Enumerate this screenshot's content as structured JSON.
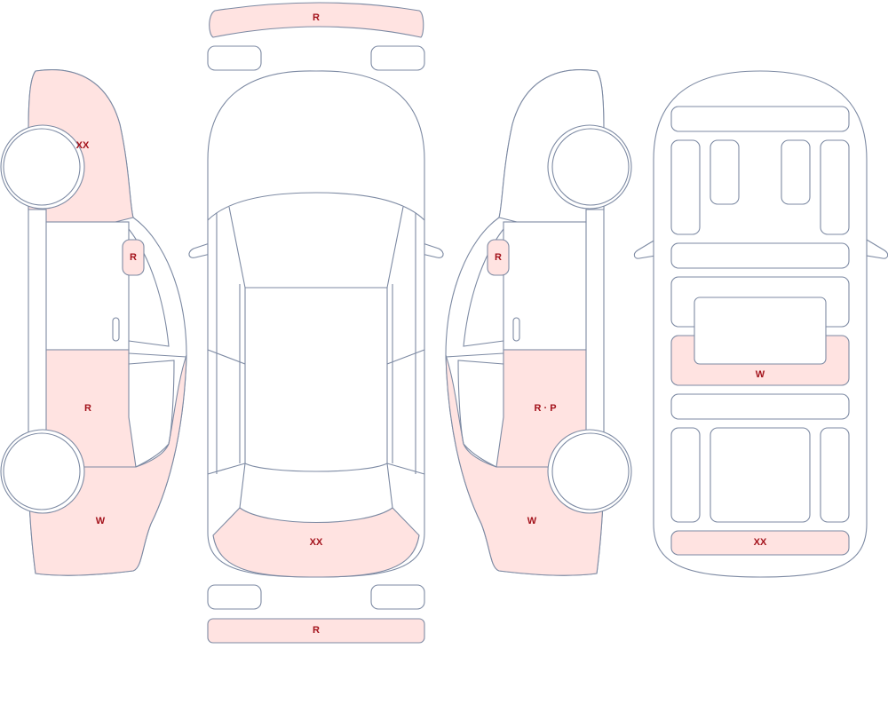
{
  "colors": {
    "outline": "#7d8aa3",
    "damage_fill": "#ffe3e1",
    "label_text": "#a3121b",
    "background": "#ffffff"
  },
  "marks": {
    "left_front_fender": "XX",
    "left_mirror": "R",
    "left_rear_door": "R",
    "left_rear_quarter": "W",
    "top_front_bumper": "R",
    "top_rear_bumper": "R",
    "top_trunk_lid": "XX",
    "right_mirror": "R",
    "right_rear_door": "R · P",
    "right_rear_quarter": "W",
    "interior_rear_seat": "W",
    "interior_cargo": "XX"
  }
}
